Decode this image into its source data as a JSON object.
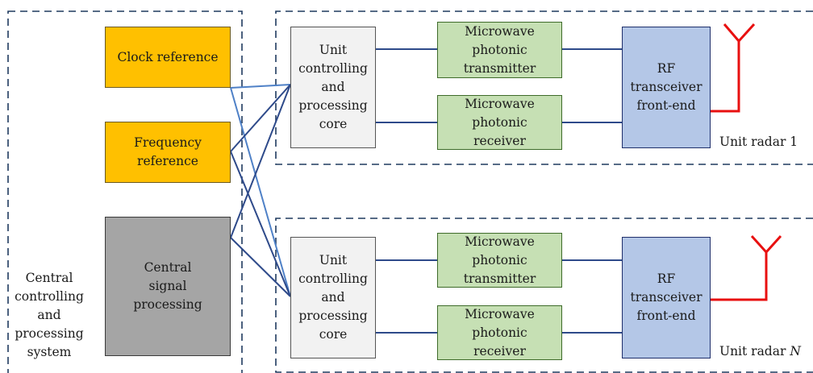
{
  "central": {
    "clock": "Clock reference",
    "frequency": "Frequency\nreference",
    "signal": "Central\nsignal\nprocessing",
    "system_label": "Central\ncontrolling\nand\nprocessing\nsystem"
  },
  "unit1": {
    "core": "Unit\ncontrolling\nand\nprocessing\ncore",
    "transmitter": "Microwave\nphotonic\ntransmitter",
    "receiver": "Microwave\nphotonic\nreceiver",
    "frontend": "RF\ntransceiver\nfront-end",
    "label": "Unit radar 1"
  },
  "unitN": {
    "core": "Unit\ncontrolling\nand\nprocessing\ncore",
    "transmitter": "Microwave\nphotonic\ntransmitter",
    "receiver": "Microwave\nphotonic\nreceiver",
    "frontend": "RF\ntransceiver\nfront-end",
    "label_prefix": "Unit radar ",
    "label_index": "N"
  },
  "colors": {
    "orange_box": "#ffc000",
    "gray_box": "#a5a5a5",
    "green_box": "#c6e0b4",
    "blue_box": "#b4c7e7",
    "dark_link": "#2e4a8a",
    "light_link": "#4f81c7",
    "antenna": "#e81010",
    "dashed_border": "#1f3a5f"
  }
}
